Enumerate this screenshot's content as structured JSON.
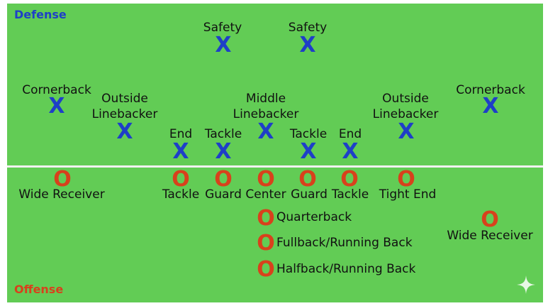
{
  "colors": {
    "field": "#62cc55",
    "defense": "#1e3fc8",
    "offense": "#d8411c",
    "line": "#f2f2f2"
  },
  "icons": {
    "sparkle": "sparkle-icon"
  },
  "defense": {
    "title": "Defense",
    "marker": "X",
    "players": [
      {
        "id": "safety-left",
        "label": "Safety"
      },
      {
        "id": "safety-right",
        "label": "Safety"
      },
      {
        "id": "cornerback-left",
        "label": "Cornerback"
      },
      {
        "id": "outside-linebacker-left",
        "label": "Outside\nLinebacker"
      },
      {
        "id": "middle-linebacker",
        "label": "Middle\nLinebacker"
      },
      {
        "id": "outside-linebacker-right",
        "label": "Outside\nLinebacker"
      },
      {
        "id": "cornerback-right",
        "label": "Cornerback"
      },
      {
        "id": "end-left",
        "label": "End"
      },
      {
        "id": "tackle-left",
        "label": "Tackle"
      },
      {
        "id": "tackle-right",
        "label": "Tackle"
      },
      {
        "id": "end-right",
        "label": "End"
      }
    ]
  },
  "offense": {
    "title": "Offense",
    "marker": "O",
    "players": [
      {
        "id": "wide-receiver-left",
        "label": "Wide Receiver"
      },
      {
        "id": "tackle-left",
        "label": "Tackle"
      },
      {
        "id": "guard-left",
        "label": "Guard"
      },
      {
        "id": "center",
        "label": "Center"
      },
      {
        "id": "guard-right",
        "label": "Guard"
      },
      {
        "id": "tackle-right",
        "label": "Tackle"
      },
      {
        "id": "tight-end",
        "label": "Tight End"
      },
      {
        "id": "quarterback",
        "label": "Quarterback"
      },
      {
        "id": "fullback",
        "label": "Fullback/Running Back"
      },
      {
        "id": "halfback",
        "label": "Halfback/Running Back"
      },
      {
        "id": "wide-receiver-right",
        "label": "Wide Receiver"
      }
    ]
  }
}
